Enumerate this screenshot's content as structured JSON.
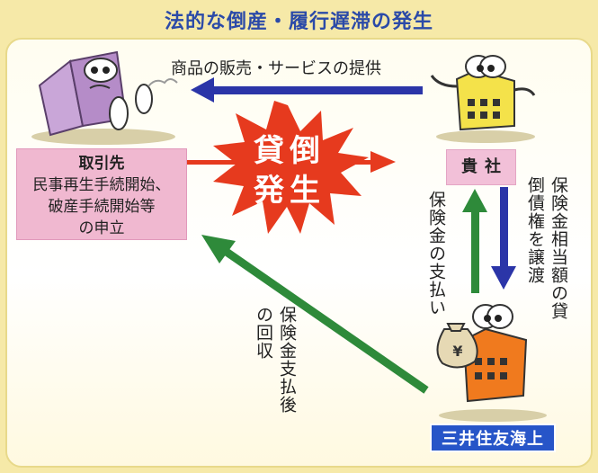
{
  "title": "法的な倒産・履行遅滞の発生",
  "arrows": {
    "sales_label": "商品の販売・サービスの提供",
    "payment_label": "保険金の支払い",
    "transfer_label": "保険金相当額の貸倒債権を譲渡",
    "recovery_label": "保険金支払後の回収"
  },
  "nodes": {
    "customer_name": "取引先",
    "customer_line1": "民事再生手続開始、",
    "customer_line2": "破産手続開始等",
    "customer_line3": "の申立",
    "company": "貴社",
    "insurer": "三井住友海上"
  },
  "burst": {
    "char1": "貸",
    "char2": "倒",
    "char3": "発",
    "char4": "生"
  },
  "colors": {
    "title": "#2b4aa8",
    "blue_arrow": "#2b35a8",
    "green_arrow": "#2e8a3a",
    "burst": "#e63a1e",
    "pink_box": "#f0b8d0",
    "insurer_box": "#2755c8"
  },
  "icons": [
    "collapsed-shop-icon",
    "company-building-icon",
    "insurer-building-icon",
    "yen-bag-icon"
  ]
}
